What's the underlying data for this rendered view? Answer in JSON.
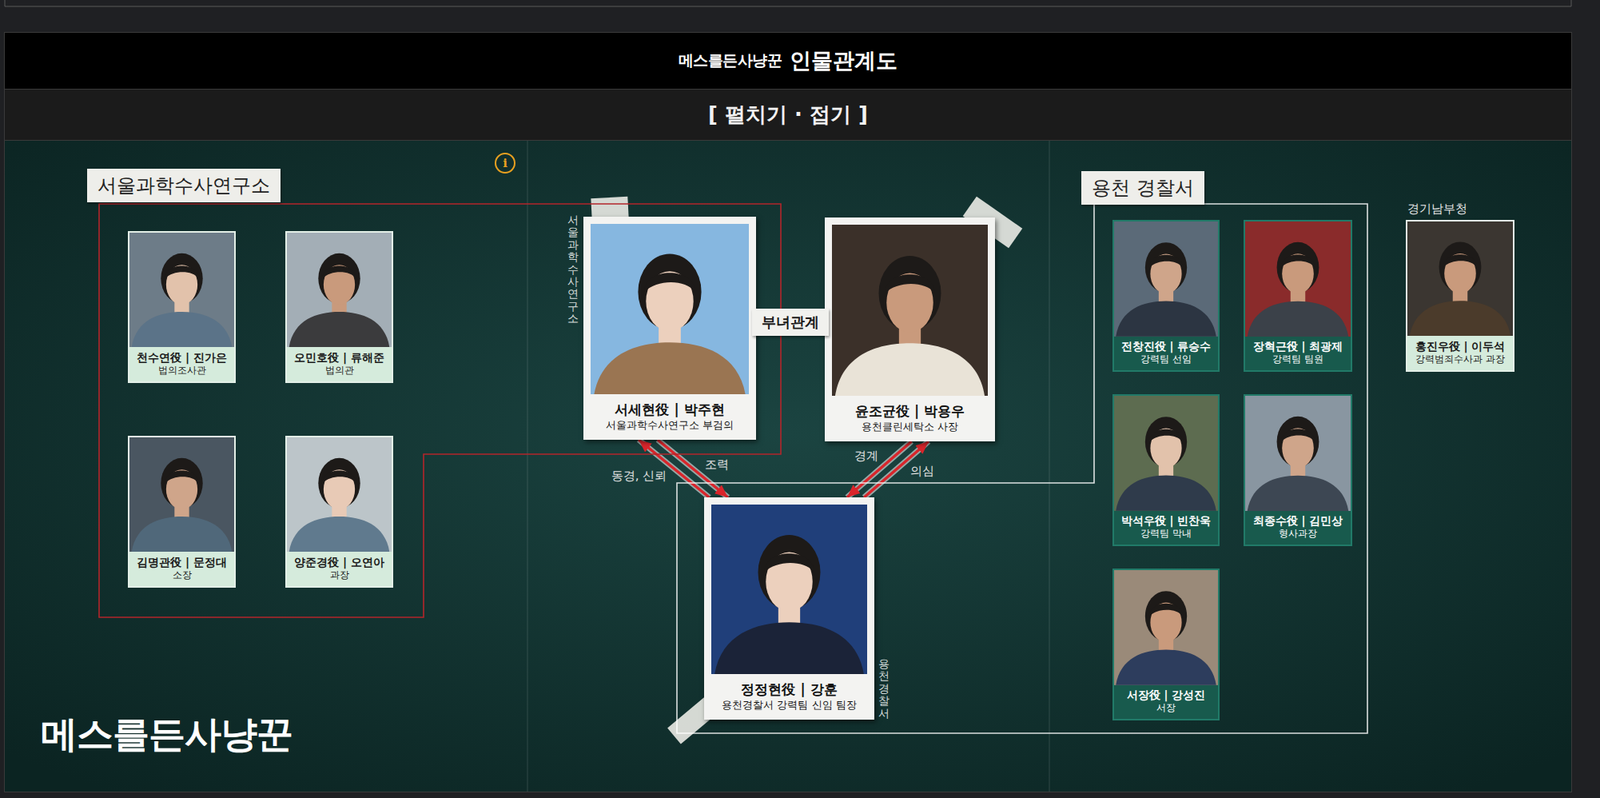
{
  "diagram": {
    "title": "인물관계도",
    "nodes": [
      {
        "text": [
          "서울과학수사연구소"
        ]
      },
      {
        "text": [
          "천수연役 | 진가은",
          "법의조사관"
        ],
        "in": 0
      },
      {
        "text": [
          "오민호役 | 류해준",
          "법의관"
        ],
        "in": 0
      },
      {
        "text": [
          "김명관役 | 문정대",
          "소장"
        ],
        "in": 0
      },
      {
        "text": [
          "양준경役 | 오연아",
          "과장"
        ],
        "in": 0
      },
      {
        "text": [
          "서세현役 | 박주현",
          "서울과학수사연구소 부검의"
        ],
        "in": 0
      },
      {
        "text": [
          "윤조균役 | 박용우",
          "용천클린세탁소 사장"
        ]
      },
      {
        "text": [
          "용천 경찰서"
        ]
      },
      {
        "text": [
          "정정현役 | 강훈",
          "용천경찰서 강력팀 신임 팀장"
        ],
        "in": 7
      },
      {
        "text": [
          "전창진役 | 류승수",
          "강력팀 선임"
        ],
        "in": 7
      },
      {
        "text": [
          "장혁근役 | 최광제",
          "강력팀 팀원"
        ],
        "in": 7
      },
      {
        "text": [
          "박석우役 | 빈찬욱",
          "강력팀 막내"
        ],
        "in": 7
      },
      {
        "text": [
          "최종수役 | 김민상",
          "형사과장"
        ],
        "in": 7
      },
      {
        "text": [
          "서장役 | 강성진",
          "서장"
        ],
        "in": 7
      },
      {
        "text": [
          "경기남부청",
          "홍진우役 | 이두석",
          "강력범죄수사과 과장"
        ]
      }
    ],
    "edges": [
      {
        "from": 5,
        "to": 6,
        "label": "부녀관계",
        "arrow": "none"
      },
      {
        "from": 8,
        "to": 5,
        "label": "동경, 신뢰",
        "arrow": "to"
      },
      {
        "from": 5,
        "to": 8,
        "label": "조력",
        "arrow": "to"
      },
      {
        "from": 6,
        "to": 8,
        "label": "경계",
        "arrow": "to"
      },
      {
        "from": 8,
        "to": 6,
        "label": "의심",
        "arrow": "to"
      }
    ],
    "labels": [
      "메스를든사냥꾼",
      "[ 펼치기 · 접기 ]",
      "i",
      "서울과학수사연구소",
      "용천경찰서",
      "메스를든사냥꾼"
    ]
  }
}
